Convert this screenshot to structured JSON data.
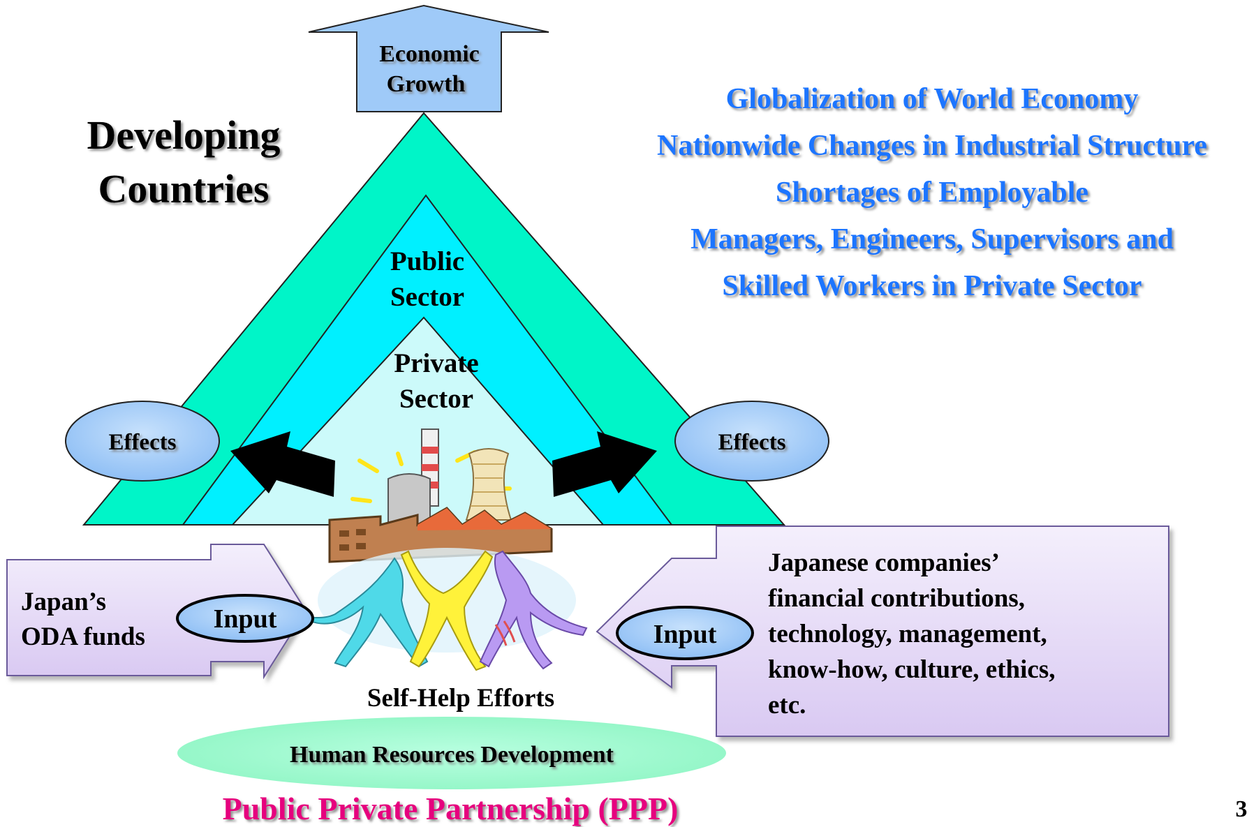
{
  "diagram": {
    "top_arrow_label": [
      "Economic",
      "Growth"
    ],
    "side_title": [
      "Developing",
      "Countries"
    ],
    "public_sector": [
      "Public",
      "Sector"
    ],
    "private_sector": [
      "Private",
      "Sector"
    ],
    "effects_left": "Effects",
    "effects_right": "Effects",
    "context_lines": [
      "Globalization of World Economy",
      "Nationwide Changes in Industrial Structure",
      "Shortages of Employable",
      "Managers, Engineers, Supervisors and",
      "Skilled Workers in Private Sector"
    ],
    "left_box": [
      "Japan’s",
      "ODA funds"
    ],
    "left_input": "Input",
    "right_input": "Input",
    "right_box": [
      "Japanese companies’",
      "financial contributions,",
      "technology, management,",
      "know-how, culture, ethics,",
      "etc."
    ],
    "self_help": "Self-Help Efforts",
    "hrd": "Human Resources Development",
    "ppp": "Public Private Partnership (PPP)",
    "page_number": "3"
  },
  "colors": {
    "outer_triangle": "#00f5c8",
    "middle_triangle": "#00f0ff",
    "inner_triangle": "#ccfafa",
    "arrow_box": "#9fcaf8",
    "effects_ellipse": "#9fcaf8",
    "input_box": "#e8def8",
    "hrd_ellipse": "#99ffcc",
    "context_text": "#1a75ff",
    "ppp_text": "#e6007e"
  },
  "icons": [
    "factory-icon",
    "dancing-figures-icon"
  ]
}
